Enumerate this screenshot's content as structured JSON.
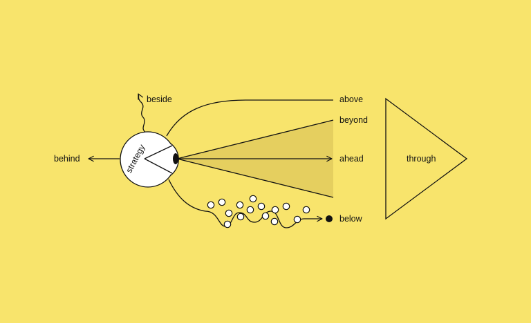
{
  "diagram": {
    "center_label": "strategy",
    "labels": {
      "above": "above",
      "beyond": "beyond",
      "ahead": "ahead",
      "below": "below",
      "behind": "behind",
      "beside": "beside",
      "through": "through"
    }
  },
  "colors": {
    "background": "#f8e46c",
    "cone_fill": "#e5cf5f",
    "stroke": "#111111",
    "eye_fill": "#ffffff"
  }
}
